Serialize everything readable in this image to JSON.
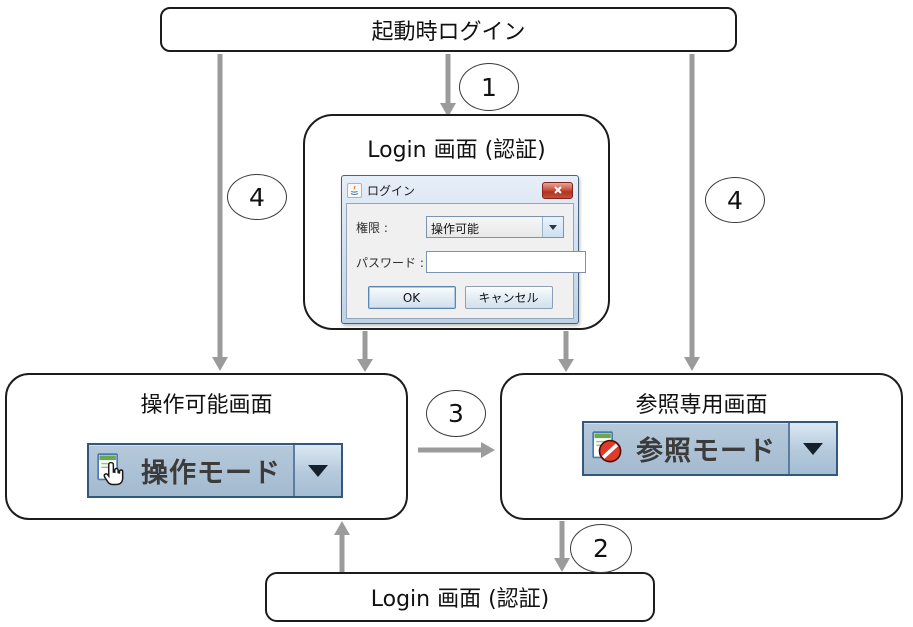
{
  "nodes": {
    "startup": {
      "label": "起動時ログイン"
    },
    "login_top": {
      "title": "Login 画面 (認証)"
    },
    "operable": {
      "title": "操作可能画面",
      "mode": "操作モード"
    },
    "readonly": {
      "title": "参照専用画面",
      "mode": "参照モード"
    },
    "login_bottom": {
      "title": "Login 画面 (認証)"
    }
  },
  "dialog": {
    "title": "ログイン",
    "permission_label": "権限 :",
    "permission_value": "操作可能",
    "password_label": "パスワード :",
    "password_value": "",
    "ok_label": "OK",
    "cancel_label": "キャンセル",
    "icons": {
      "app": "java-coffee-cup",
      "close": "close-x",
      "combo_arrow": "chevron-down"
    }
  },
  "steps": {
    "s1": "1",
    "s2": "2",
    "s3": "3",
    "s4_left": "4",
    "s4_right": "4"
  },
  "icons": {
    "operable_mode": "hand-cursor-over-window",
    "readonly_mode": "prohibition-over-window",
    "mode_dropdown": "chevron-down"
  },
  "colors": {
    "arrow": "#9b9b9b",
    "node_border": "#1c1c1c",
    "node_fill": "#ffffff",
    "widget_bg": "#a9bed3",
    "widget_border": "#33587d",
    "dialog_frame": "#bed2e6",
    "close_button_red": "#b13420",
    "prohibition_red": "#e03a2a",
    "window_icon_green": "#6aa84f"
  }
}
